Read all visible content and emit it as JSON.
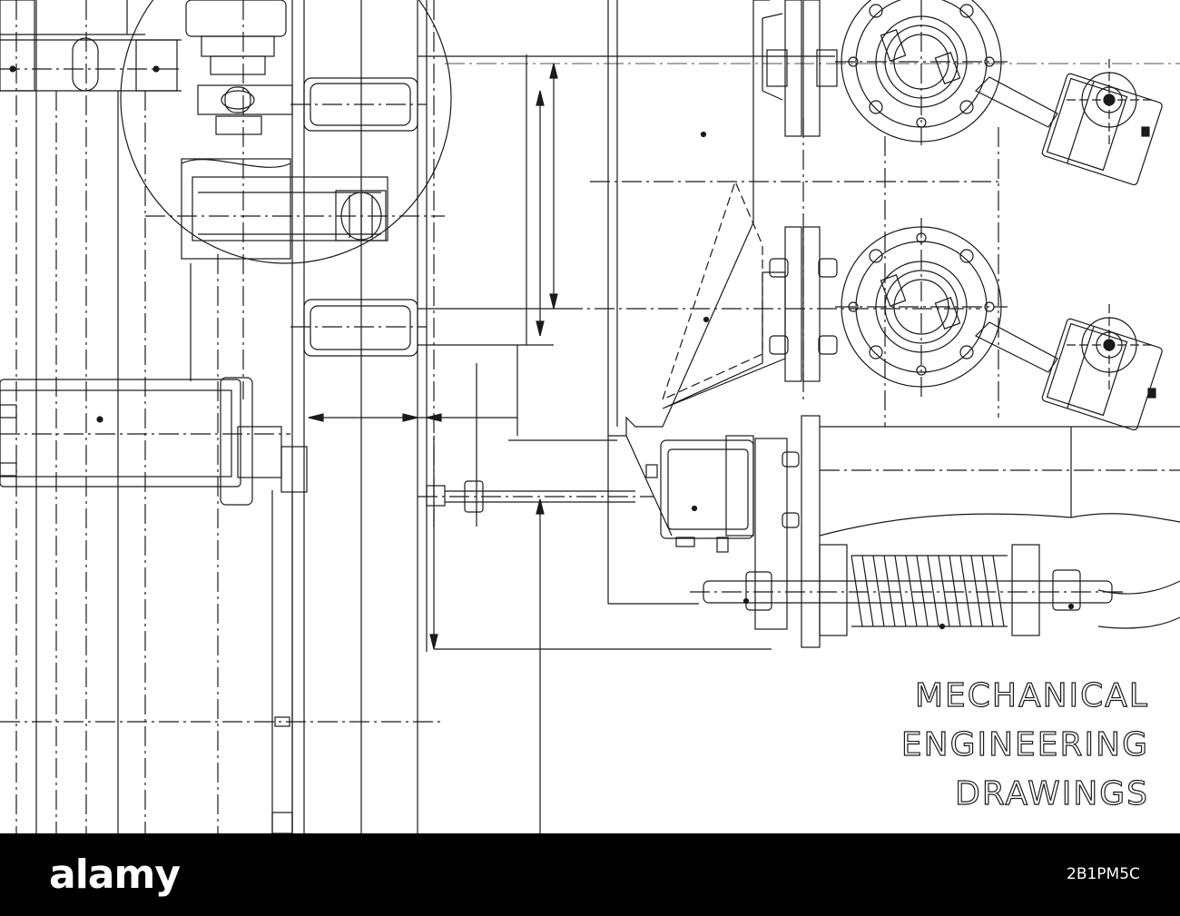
{
  "headline": {
    "line1": "MECHANICAL",
    "line2": "ENGINEERING",
    "line3": "DRAWINGS"
  },
  "footer": {
    "logo": "alamy",
    "image_id": "2B1PM5C"
  },
  "watermark": "alamy",
  "colors": {
    "line": "#1a1a1a",
    "background": "#ffffff",
    "footer": "#000000",
    "footer_text": "#ffffff"
  }
}
